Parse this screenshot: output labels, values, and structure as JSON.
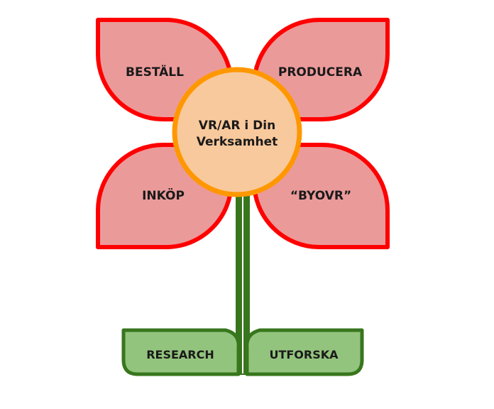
{
  "diagram": {
    "center": {
      "line1": "VR/AR i Din",
      "line2": "Verksamhet"
    },
    "petals": {
      "top_left": "BESTÄLL",
      "top_right": "PRODUCERA",
      "bottom_left": "INKÖP",
      "bottom_right": "“BYOVR”"
    },
    "leaves": {
      "left": "RESEARCH",
      "right": "UTFORSKA"
    }
  },
  "colors": {
    "petal_fill": "#EB9A9A",
    "petal_stroke": "#FF0000",
    "center_fill": "#F8C99C",
    "center_stroke": "#FF9800",
    "leaf_fill": "#93C47D",
    "leaf_stroke": "#38761D",
    "stem": "#38761D"
  }
}
